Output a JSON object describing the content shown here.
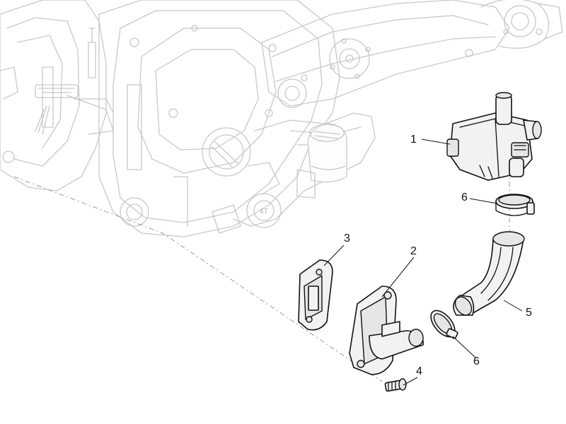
{
  "callouts": [
    {
      "id": "callout-1",
      "label": "1"
    },
    {
      "id": "callout-2",
      "label": "2"
    },
    {
      "id": "callout-3",
      "label": "3"
    },
    {
      "id": "callout-4",
      "label": "4"
    },
    {
      "id": "callout-5",
      "label": "5"
    },
    {
      "id": "callout-6a",
      "label": "6"
    },
    {
      "id": "callout-6b",
      "label": "6"
    }
  ],
  "engine_badge": "4T",
  "colors": {
    "engine_line": "#c8c8c8",
    "part_line": "#111111",
    "background": "#ffffff"
  }
}
